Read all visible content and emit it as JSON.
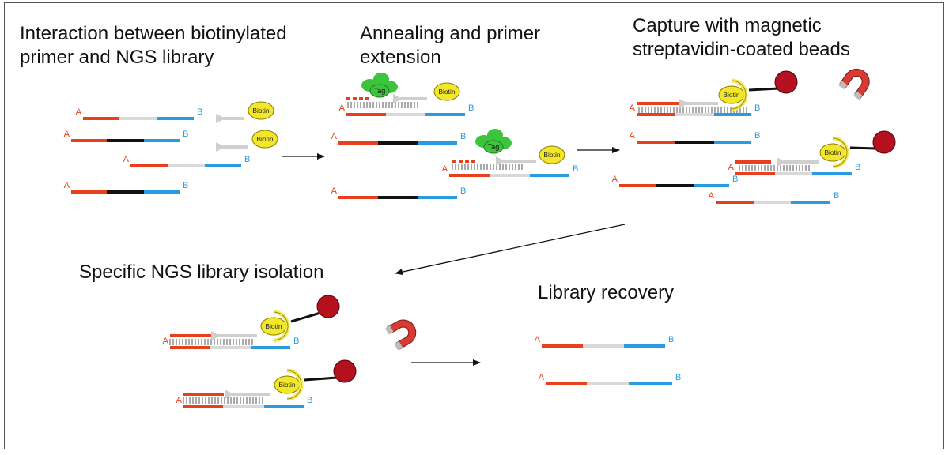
{
  "steps": {
    "step1": {
      "line1": "Interaction between biotinylated",
      "line2": "primer  and NGS library"
    },
    "step2": {
      "line1": "Annealing and primer",
      "line2": "extension"
    },
    "step3": {
      "line1": "Capture with magnetic",
      "line2": "streptavidin-coated beads"
    },
    "step4": {
      "title": "Specific NGS library isolation"
    },
    "step5": {
      "title": "Library recovery"
    }
  },
  "labels": {
    "end_a": "A",
    "end_b": "B",
    "biotin": "Biotin",
    "tag": "Tag"
  },
  "colors": {
    "adapter_a": "#e8401c",
    "adapter_b": "#2a9be0",
    "insert_target": "#d9d9d9",
    "insert_other": "#111111",
    "biotin": "#f3e72a",
    "tag": "#3cc43c",
    "bead": "#b4101e",
    "magnet": "#d83a34",
    "primer_arrow": "#cfcfcf"
  }
}
